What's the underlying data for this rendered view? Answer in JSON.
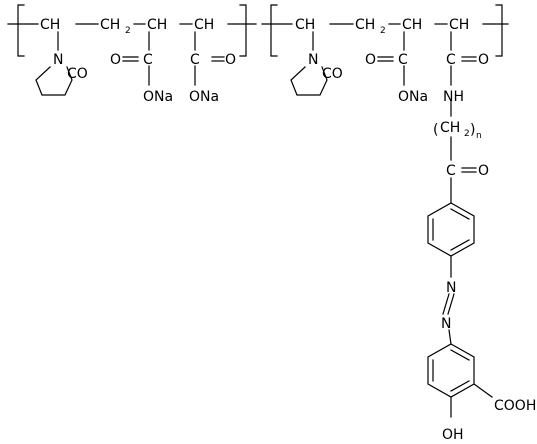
{
  "molecule": {
    "unit1": {
      "backbone": {
        "ch_a": "CH",
        "ch2": "CH",
        "ch2_sub": "2",
        "ch_b": "CH",
        "ch_c": "CH"
      },
      "ring": {
        "n": "N",
        "co": "CO"
      },
      "acid1": {
        "o": "O",
        "c": "C",
        "ona": "ONa"
      },
      "acid2": {
        "c": "C",
        "o": "O",
        "ona": "ONa"
      }
    },
    "unit2": {
      "backbone": {
        "ch_a": "CH",
        "ch2": "CH",
        "ch2_sub": "2",
        "ch_b": "CH",
        "ch_c": "CH"
      },
      "ring": {
        "n": "N",
        "co": "CO"
      },
      "acid1": {
        "o": "O",
        "c": "C",
        "ona": "ONa"
      },
      "amide": {
        "c": "C",
        "o": "O"
      },
      "nh": "NH",
      "linker": {
        "paren_open": "(",
        "ch": "CH",
        "sub2": "2",
        "paren_close": ")",
        "n": "n"
      },
      "ketone": {
        "c": "C",
        "o": "O"
      },
      "azo": {
        "n1": "N",
        "n2": "N"
      },
      "cooh": "COOH",
      "oh": "OH"
    }
  },
  "colors": {
    "ink": "#000000",
    "background": "#ffffff"
  }
}
